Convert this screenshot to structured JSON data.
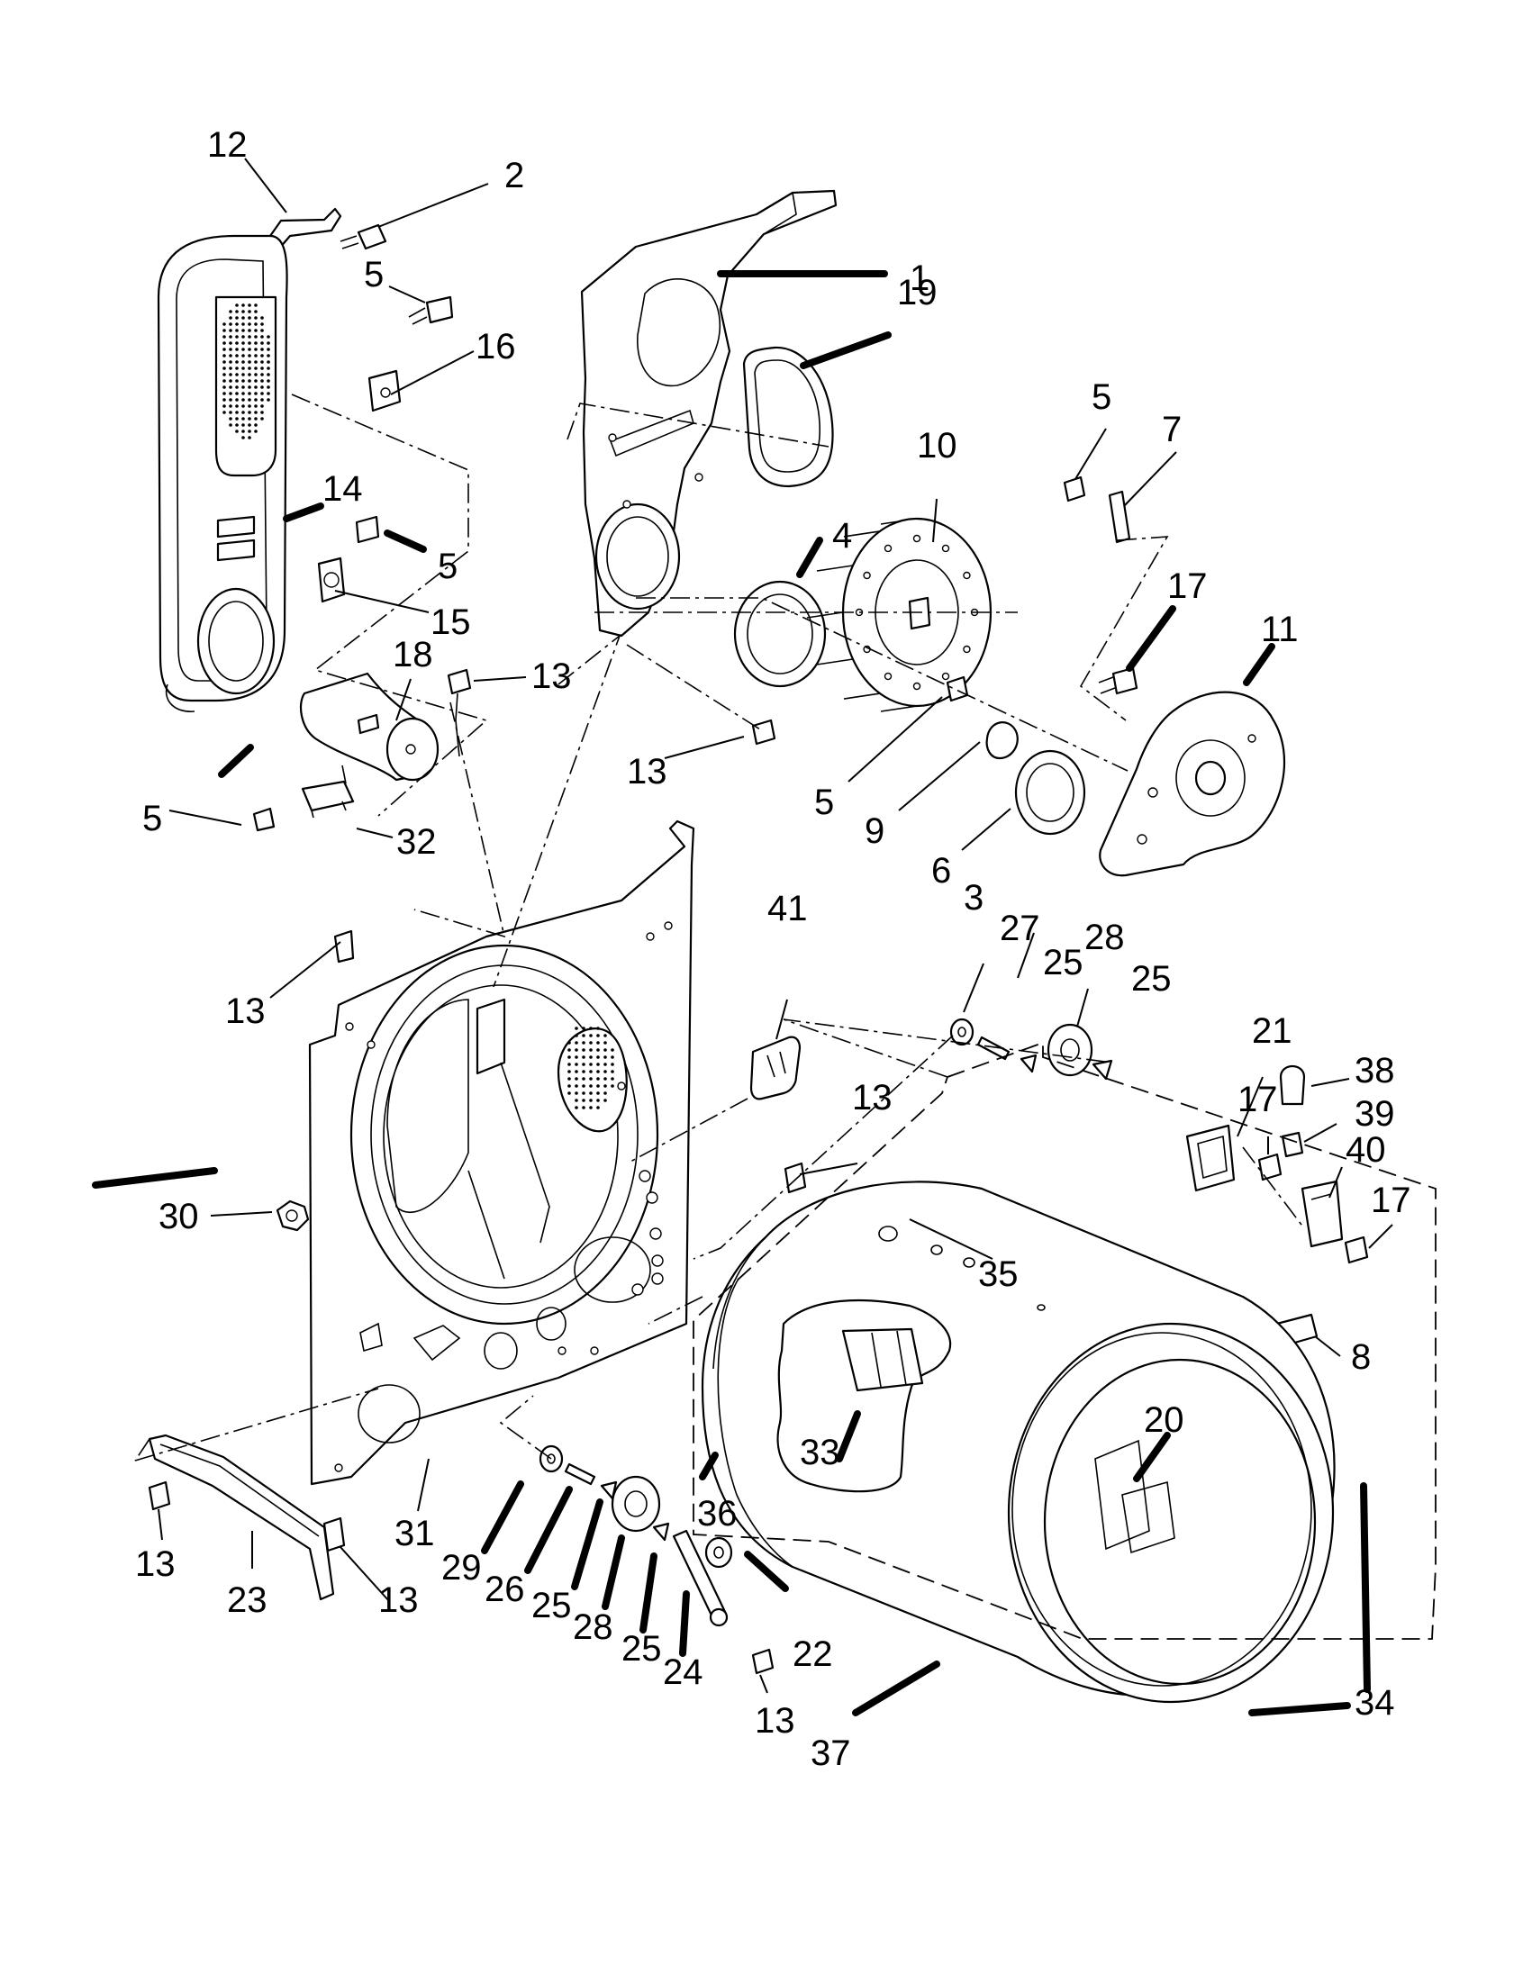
{
  "labels": {
    "l1": "1",
    "l2": "2",
    "l3": "3",
    "l4": "4",
    "l5a": "5",
    "l5b": "5",
    "l5c": "5",
    "l5d": "5",
    "l5e": "5",
    "l6": "6",
    "l7": "7",
    "l8": "8",
    "l9": "9",
    "l10": "10",
    "l11": "11",
    "l12": "12",
    "l13a": "13",
    "l13b": "13",
    "l13c": "13",
    "l13d": "13",
    "l13e": "13",
    "l13f": "13",
    "l13g": "13",
    "l14": "14",
    "l15": "15",
    "l16": "16",
    "l17a": "17",
    "l17b": "17",
    "l17c": "17",
    "l18": "18",
    "l19": "19",
    "l20": "20",
    "l21": "21",
    "l22": "22",
    "l23": "23",
    "l24": "24",
    "l25a": "25",
    "l25b": "25",
    "l25c": "25",
    "l25d": "25",
    "l26": "26",
    "l27": "27",
    "l28a": "28",
    "l28b": "28",
    "l29": "29",
    "l30": "30",
    "l31": "31",
    "l32": "32",
    "l33": "33",
    "l34": "34",
    "l35": "35",
    "l36": "36",
    "l37": "37",
    "l38": "38",
    "l39": "39",
    "l40": "40",
    "l41": "41"
  }
}
